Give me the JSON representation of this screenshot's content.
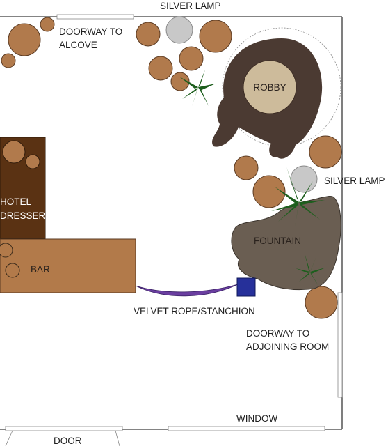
{
  "labels": {
    "silver_lamp_top": "SILVER LAMP",
    "doorway_alcove_1": "DOORWAY TO",
    "doorway_alcove_2": "ALCOVE",
    "robby": "ROBBY",
    "silver_lamp_right": "SILVER LAMP",
    "hotel_dresser_1": "HOTEL",
    "hotel_dresser_2": "DRESSER",
    "fountain": "FOUNTAIN",
    "bar": "BAR",
    "velvet_rope": "VELVET ROPE/STANCHION",
    "doorway_adjoining_1": "DOORWAY TO",
    "doorway_adjoining_2": "ADJOINING ROOM",
    "window": "WINDOW",
    "door": "DOOR"
  },
  "colors": {
    "wall": "#3a3a3a",
    "plant_pot": "#b17a4c",
    "pot_stroke": "#5a3a22",
    "lamp": "#c8c8c8",
    "robby_body": "#4b3a32",
    "robby_head": "#cdbb9b",
    "dresser": "#5a3213",
    "bar": "#b27a4a",
    "fountain": "#6a5e52",
    "palm": "#1d5e1d",
    "rope": "#6a3ea0",
    "stanchion": "#26309a"
  }
}
